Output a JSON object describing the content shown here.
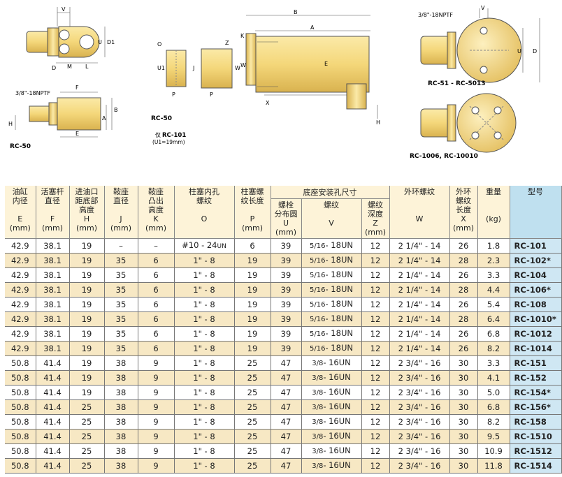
{
  "drawings": {
    "captions": {
      "rc50_top": "RC-50",
      "rc50_mid": "RC-50",
      "rc101_note_prefix": "仅",
      "rc101_note_model": "RC-101",
      "rc101_note_sub": "(U1=19mm)",
      "rc51": "RC-51 - RC-5013",
      "rc1006": "RC-1006, RC-10010"
    },
    "labels": {
      "npt_left": "3/8\"-18NPTF",
      "npt_right": "3/8\"-18NPTF",
      "v": "V",
      "d1": "D1",
      "u": "U",
      "m": "M",
      "l": "L",
      "d": "D",
      "f": "F",
      "a": "A",
      "b": "B",
      "e": "E",
      "h": "H",
      "o": "O",
      "u1": "U1",
      "p": "P",
      "j": "J",
      "z": "Z",
      "w": "W",
      "k": "K",
      "x": "X"
    }
  },
  "table": {
    "headers": {
      "e": [
        "油缸",
        "内径",
        "E",
        "(mm)"
      ],
      "f": [
        "活塞杆",
        "直径",
        "F",
        "(mm)"
      ],
      "h": [
        "进油口",
        "距底部",
        "高度",
        "H",
        "(mm)"
      ],
      "j": [
        "鞍座",
        "直径",
        "J",
        "(mm)"
      ],
      "k": [
        "鞍座",
        "凸出",
        "高度",
        "K",
        "(mm)"
      ],
      "o": [
        "柱塞内孔",
        "螺纹",
        "O"
      ],
      "p": [
        "柱塞螺",
        "纹长度",
        "P",
        "(mm)"
      ],
      "base_group": "底座安装孔尺寸",
      "u": [
        "螺栓",
        "分布圆",
        "U",
        "(mm)"
      ],
      "v": [
        "螺纹",
        "V"
      ],
      "z": [
        "螺纹",
        "深度",
        "Z",
        "(mm)"
      ],
      "w": [
        "外环螺纹",
        "W"
      ],
      "x": [
        "外环",
        "螺纹",
        "长度",
        "X",
        "(mm)"
      ],
      "weight": [
        "重量",
        "(kg)"
      ],
      "model": "型号"
    },
    "rows": [
      {
        "e": "42.9",
        "f": "38.1",
        "h": "19",
        "j": "–",
        "k": "–",
        "o": "#10 - 24",
        "o_un": "UN",
        "p": "6",
        "u": "39",
        "v": "5/16",
        "v_suffix": "- 18UN",
        "z": "12",
        "w": "2 1/4\" - 14",
        "x": "26",
        "wt": "1.8",
        "model": "RC-101"
      },
      {
        "e": "42.9",
        "f": "38.1",
        "h": "19",
        "j": "35",
        "k": "6",
        "o": "1\" - 8",
        "o_un": "",
        "p": "19",
        "u": "39",
        "v": "5/16",
        "v_suffix": "- 18UN",
        "z": "12",
        "w": "2 1/4\" - 14",
        "x": "28",
        "wt": "2.3",
        "model": "RC-102*"
      },
      {
        "e": "42.9",
        "f": "38.1",
        "h": "19",
        "j": "35",
        "k": "6",
        "o": "1\" - 8",
        "o_un": "",
        "p": "19",
        "u": "39",
        "v": "5/16",
        "v_suffix": "- 18UN",
        "z": "12",
        "w": "2 1/4\" - 14",
        "x": "26",
        "wt": "3.3",
        "model": "RC-104"
      },
      {
        "e": "42.9",
        "f": "38.1",
        "h": "19",
        "j": "35",
        "k": "6",
        "o": "1\" - 8",
        "o_un": "",
        "p": "19",
        "u": "39",
        "v": "5/16",
        "v_suffix": "- 18UN",
        "z": "12",
        "w": "2 1/4\" - 14",
        "x": "28",
        "wt": "4.4",
        "model": "RC-106*"
      },
      {
        "e": "42.9",
        "f": "38.1",
        "h": "19",
        "j": "35",
        "k": "6",
        "o": "1\" - 8",
        "o_un": "",
        "p": "19",
        "u": "39",
        "v": "5/16",
        "v_suffix": "- 18UN",
        "z": "12",
        "w": "2 1/4\" - 14",
        "x": "26",
        "wt": "5.4",
        "model": "RC-108"
      },
      {
        "e": "42.9",
        "f": "38.1",
        "h": "19",
        "j": "35",
        "k": "6",
        "o": "1\" - 8",
        "o_un": "",
        "p": "19",
        "u": "39",
        "v": "5/16",
        "v_suffix": "- 18UN",
        "z": "12",
        "w": "2 1/4\" - 14",
        "x": "28",
        "wt": "6.4",
        "model": "RC-1010*"
      },
      {
        "e": "42.9",
        "f": "38.1",
        "h": "19",
        "j": "35",
        "k": "6",
        "o": "1\" - 8",
        "o_un": "",
        "p": "19",
        "u": "39",
        "v": "5/16",
        "v_suffix": "- 18UN",
        "z": "12",
        "w": "2 1/4\" - 14",
        "x": "26",
        "wt": "6.8",
        "model": "RC-1012"
      },
      {
        "e": "42.9",
        "f": "38.1",
        "h": "19",
        "j": "35",
        "k": "6",
        "o": "1\" - 8",
        "o_un": "",
        "p": "19",
        "u": "39",
        "v": "5/16",
        "v_suffix": "- 18UN",
        "z": "12",
        "w": "2 1/4\" - 14",
        "x": "26",
        "wt": "8.2",
        "model": "RC-1014"
      },
      {
        "e": "50.8",
        "f": "41.4",
        "h": "19",
        "j": "38",
        "k": "9",
        "o": "1\" - 8",
        "o_un": "",
        "p": "25",
        "u": "47",
        "v": "3/8",
        "v_suffix": "- 16UN",
        "z": "12",
        "w": "2 3/4\" - 16",
        "x": "30",
        "wt": "3.3",
        "model": "RC-151"
      },
      {
        "e": "50.8",
        "f": "41.4",
        "h": "19",
        "j": "38",
        "k": "9",
        "o": "1\" - 8",
        "o_un": "",
        "p": "25",
        "u": "47",
        "v": "3/8",
        "v_suffix": "- 16UN",
        "z": "12",
        "w": "2 3/4\" - 16",
        "x": "30",
        "wt": "4.1",
        "model": "RC-152"
      },
      {
        "e": "50.8",
        "f": "41.4",
        "h": "19",
        "j": "38",
        "k": "9",
        "o": "1\" - 8",
        "o_un": "",
        "p": "25",
        "u": "47",
        "v": "3/8",
        "v_suffix": "- 16UN",
        "z": "12",
        "w": "2 3/4\" - 16",
        "x": "30",
        "wt": "5.0",
        "model": "RC-154*"
      },
      {
        "e": "50.8",
        "f": "41.4",
        "h": "25",
        "j": "38",
        "k": "9",
        "o": "1\" - 8",
        "o_un": "",
        "p": "25",
        "u": "47",
        "v": "3/8",
        "v_suffix": "- 16UN",
        "z": "12",
        "w": "2 3/4\" - 16",
        "x": "30",
        "wt": "6.8",
        "model": "RC-156*"
      },
      {
        "e": "50.8",
        "f": "41.4",
        "h": "25",
        "j": "38",
        "k": "9",
        "o": "1\" - 8",
        "o_un": "",
        "p": "25",
        "u": "47",
        "v": "3/8",
        "v_suffix": "- 16UN",
        "z": "12",
        "w": "2 3/4\" - 16",
        "x": "30",
        "wt": "8.2",
        "model": "RC-158"
      },
      {
        "e": "50.8",
        "f": "41.4",
        "h": "25",
        "j": "38",
        "k": "9",
        "o": "1\" - 8",
        "o_un": "",
        "p": "25",
        "u": "47",
        "v": "3/8",
        "v_suffix": "- 16UN",
        "z": "12",
        "w": "2 3/4\" - 16",
        "x": "30",
        "wt": "9.5",
        "model": "RC-1510"
      },
      {
        "e": "50.8",
        "f": "41.4",
        "h": "25",
        "j": "38",
        "k": "9",
        "o": "1\" - 8",
        "o_un": "",
        "p": "25",
        "u": "47",
        "v": "3/8",
        "v_suffix": "- 16UN",
        "z": "12",
        "w": "2 3/4\" - 16",
        "x": "30",
        "wt": "10.9",
        "model": "RC-1512"
      },
      {
        "e": "50.8",
        "f": "41.4",
        "h": "25",
        "j": "38",
        "k": "9",
        "o": "1\" - 8",
        "o_un": "",
        "p": "25",
        "u": "47",
        "v": "3/8",
        "v_suffix": "- 16UN",
        "z": "12",
        "w": "2 3/4\" - 16",
        "x": "30",
        "wt": "11.8",
        "model": "RC-1514"
      }
    ]
  }
}
